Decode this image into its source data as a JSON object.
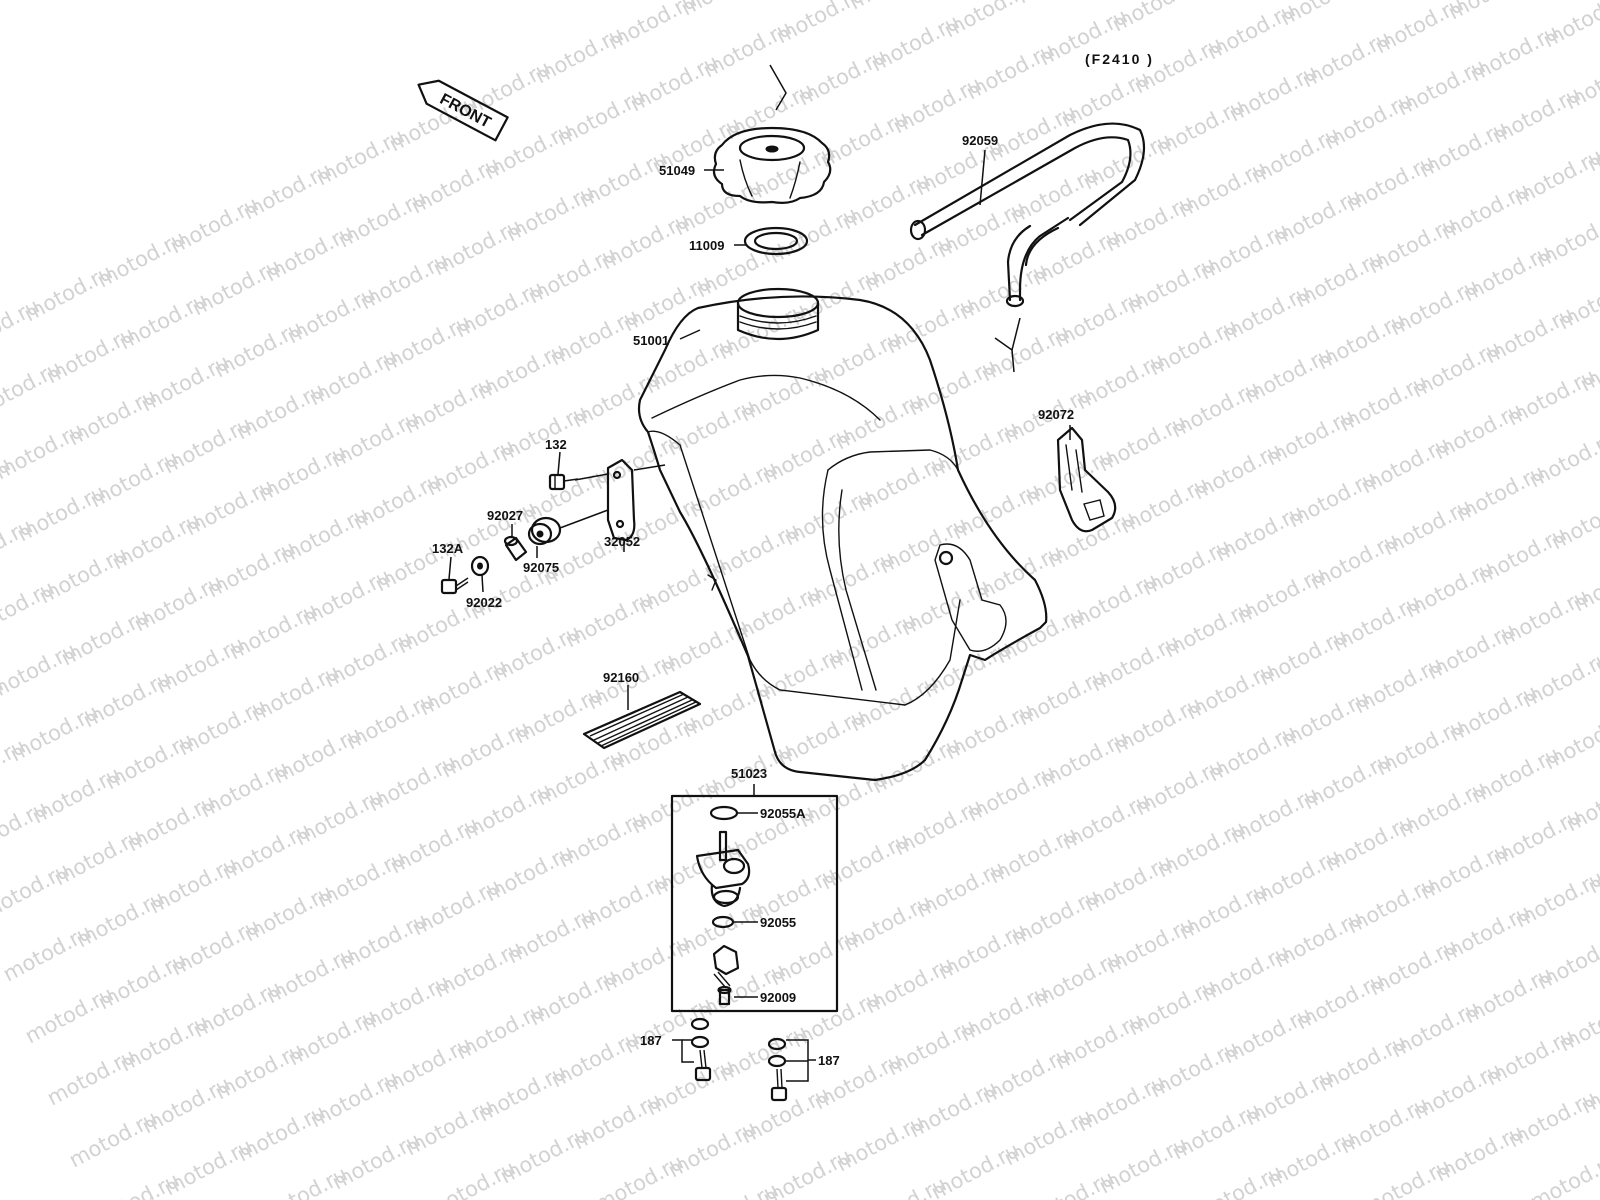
{
  "diagram_code": "(F2410 )",
  "watermark": "motod.ru",
  "front_label": "FRONT",
  "parts": {
    "cap": "51049",
    "cap_gasket": "11009",
    "tank": "51001",
    "hose": "92059",
    "strap": "92072",
    "bolt_132": "132",
    "bracket": "32052",
    "collar": "92027",
    "damper": "92075",
    "bolt_132a": "132A",
    "washer": "92022",
    "pad": "92160",
    "fuel_cock": "51023",
    "oring_a": "92055A",
    "oring": "92055",
    "screw": "92009",
    "bolt_187_left": "187",
    "bolt_187_right": "187"
  },
  "colors": {
    "line": "#111111",
    "watermark": "#d2d2d2",
    "background": "#ffffff"
  }
}
